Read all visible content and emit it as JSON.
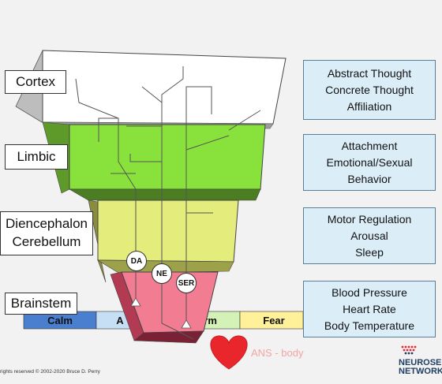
{
  "regions": [
    {
      "label": "Cortex",
      "color": "#ffffff"
    },
    {
      "label": "Limbic",
      "color": "#88e23b"
    },
    {
      "label": "Diencephalon Cerebellum",
      "color": "#e4ec7c"
    },
    {
      "label": "Brainstem",
      "color": "#f27c92"
    }
  ],
  "functions": [
    {
      "lines": [
        "Abstract Thought",
        "Concrete Thought",
        "Affiliation"
      ]
    },
    {
      "lines": [
        "Attachment",
        "Emotional/Sexual",
        "Behavior"
      ]
    },
    {
      "lines": [
        "Motor Regulation",
        "Arousal",
        "Sleep"
      ]
    },
    {
      "lines": [
        "Blood Pressure",
        "Heart Rate",
        "Body Temperature"
      ]
    }
  ],
  "neurotransmitters": [
    "DA",
    "NE",
    "SER"
  ],
  "states": [
    {
      "label": "Calm",
      "color": "#4a7fcf"
    },
    {
      "label": "A",
      "color": "#c6dff4"
    },
    {
      "label": "arm",
      "color": "#d4f2b8"
    },
    {
      "label": "Fear",
      "color": "#fff09a"
    }
  ],
  "ans_label": "ANS - body",
  "copyright": "rights reserved © 2002-2020  Bruce D. Perry",
  "logo": {
    "line1": "NEUROSE",
    "line2": "NETWORK"
  },
  "colors": {
    "function_box": "#dbeef8",
    "heart": "#e8262c",
    "logo": "#1f3f62"
  }
}
